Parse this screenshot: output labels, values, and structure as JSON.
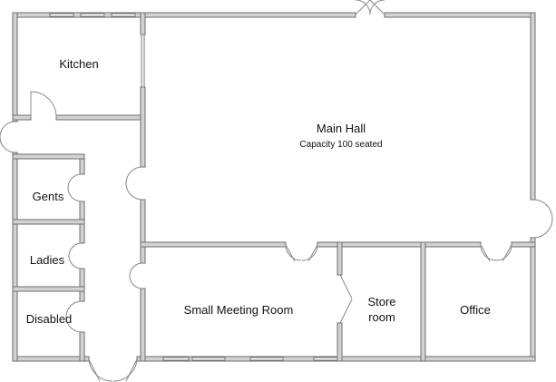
{
  "floor_plan": {
    "rooms": {
      "kitchen": "Kitchen",
      "main_hall": "Main Hall",
      "main_hall_capacity": "Capacity 100 seated",
      "gents": "Gents",
      "ladies": "Ladies",
      "disabled": "Disabled",
      "small_meeting_room": "Small Meeting Room",
      "store_room_line1": "Store",
      "store_room_line2": "room",
      "office": "Office"
    },
    "colors": {
      "wall_fill": "#d2d2d2",
      "wall_outline": "#6e6e6e",
      "door_swing": "#888888",
      "background": "#ffffff"
    }
  }
}
